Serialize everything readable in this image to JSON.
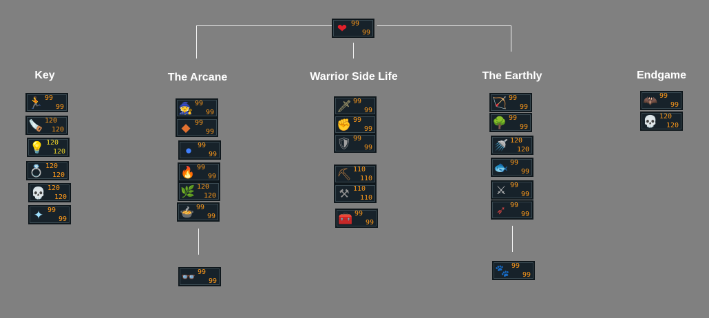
{
  "root": {
    "name": "constitution",
    "icon": "heart-icon",
    "glyph": "❤",
    "color": "#e0202a",
    "level": "99",
    "max": "99"
  },
  "columns": [
    {
      "title": "Key",
      "skills": [
        {
          "name": "agility",
          "icon": "running-man-icon",
          "glyph": "🏃",
          "color": "#e3a020",
          "level": "99",
          "max": "99"
        },
        {
          "name": "construction",
          "icon": "saw-icon",
          "glyph": "🪚",
          "color": "#a08060",
          "level": "120",
          "max": "120"
        },
        {
          "name": "invention",
          "icon": "lightbulb-icon",
          "glyph": "💡",
          "color": "#d8c060",
          "level": "120",
          "max": "120",
          "yellow": true
        },
        {
          "name": "dungeoneering",
          "icon": "ring-icon",
          "glyph": "💍",
          "color": "#e05020",
          "level": "120",
          "max": "120"
        },
        {
          "name": "archaeology",
          "icon": "skull-icon",
          "glyph": "💀",
          "color": "#c0b0a0",
          "level": "120",
          "max": "120"
        },
        {
          "name": "divination",
          "icon": "star-icon",
          "glyph": "✦",
          "color": "#9fe0ff",
          "level": "99",
          "max": "99"
        }
      ]
    },
    {
      "title": "The Arcane",
      "skills": [
        {
          "name": "magic",
          "icon": "wizard-hat-icon",
          "glyph": "🧙",
          "color": "#3050c0",
          "level": "99",
          "max": "99"
        },
        {
          "name": "runecrafting",
          "icon": "rune-icon",
          "glyph": "◆",
          "color": "#e07030",
          "level": "99",
          "max": "99"
        },
        {
          "name": "prayer",
          "icon": "orbs-icon",
          "glyph": "●",
          "color": "#4080ff",
          "level": "99",
          "max": "99"
        },
        {
          "name": "firemaking",
          "icon": "fire-icon",
          "glyph": "🔥",
          "color": "#ff7020",
          "level": "99",
          "max": "99"
        },
        {
          "name": "herblore",
          "icon": "herb-icon",
          "glyph": "🌿",
          "color": "#40b030",
          "level": "120",
          "max": "120"
        },
        {
          "name": "cooking",
          "icon": "cauldron-icon",
          "glyph": "🍲",
          "color": "#e06030",
          "level": "99",
          "max": "99"
        }
      ],
      "extra": {
        "name": "thieving",
        "icon": "mask-icon",
        "glyph": "👓",
        "color": "#c0c0c0",
        "level": "99",
        "max": "99"
      }
    },
    {
      "title": "Warrior Side Life",
      "skills": [
        {
          "name": "attack",
          "icon": "sword-icon",
          "glyph": "🗡",
          "color": "#d0c080",
          "level": "99",
          "max": "99"
        },
        {
          "name": "strength",
          "icon": "fist-icon",
          "glyph": "✊",
          "color": "#d07050",
          "level": "99",
          "max": "99"
        },
        {
          "name": "defence",
          "icon": "shield-icon",
          "glyph": "🛡",
          "color": "#a0a0a0",
          "level": "99",
          "max": "99"
        },
        {
          "name": "mining",
          "icon": "pickaxe-icon",
          "glyph": "⛏",
          "color": "#c08040",
          "level": "110",
          "max": "110"
        },
        {
          "name": "smithing",
          "icon": "anvil-icon",
          "glyph": "⚒",
          "color": "#909090",
          "level": "110",
          "max": "110"
        },
        {
          "name": "crafting",
          "icon": "chest-icon",
          "glyph": "🧰",
          "color": "#a07040",
          "level": "99",
          "max": "99"
        }
      ]
    },
    {
      "title": "The Earthly",
      "skills": [
        {
          "name": "ranged",
          "icon": "bow-icon",
          "glyph": "🏹",
          "color": "#a06030",
          "level": "99",
          "max": "99"
        },
        {
          "name": "woodcutting",
          "icon": "tree-icon",
          "glyph": "🌳",
          "color": "#40a040",
          "level": "99",
          "max": "99"
        },
        {
          "name": "farming",
          "icon": "watering-can-icon",
          "glyph": "🚿",
          "color": "#a0b0b0",
          "level": "120",
          "max": "120"
        },
        {
          "name": "fishing",
          "icon": "fish-icon",
          "glyph": "🐟",
          "color": "#70c0e0",
          "level": "99",
          "max": "99"
        },
        {
          "name": "fletching",
          "icon": "hammer-knife-icon",
          "glyph": "⚔",
          "color": "#c0c0c0",
          "level": "99",
          "max": "99"
        },
        {
          "name": "hunter",
          "icon": "crossbow-icon",
          "glyph": "➶",
          "color": "#c04040",
          "level": "99",
          "max": "99"
        }
      ],
      "extra": {
        "name": "summoning",
        "icon": "paw-icon",
        "glyph": "🐾",
        "color": "#d08040",
        "level": "99",
        "max": "99"
      }
    },
    {
      "title": "Endgame",
      "skills": [
        {
          "name": "slayer",
          "icon": "claw-icon",
          "glyph": "🦇",
          "color": "#90b0c0",
          "level": "99",
          "max": "99"
        },
        {
          "name": "necromancy",
          "icon": "skull-icon",
          "glyph": "💀",
          "color": "#c0a0e0",
          "level": "120",
          "max": "120"
        }
      ]
    }
  ]
}
